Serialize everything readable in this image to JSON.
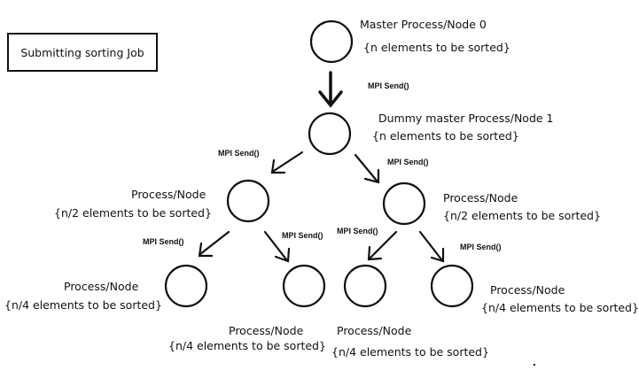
{
  "job_box": {
    "label": "Submitting sorting Job"
  },
  "nodes": {
    "master": {
      "line1": "Master Process/Node  0",
      "line2": "{n elements to be sorted}"
    },
    "dummy": {
      "line1": "Dummy master Process/Node 1",
      "line2": "{n elements to be sorted}"
    },
    "left_mid": {
      "line1": "Process/Node",
      "line2": "{n/2 elements to be sorted}"
    },
    "right_mid": {
      "line1": "Process/Node",
      "line2": "{n/2 elements to be sorted}"
    },
    "leaf_1": {
      "line1": "Process/Node",
      "line2": "{n/4 elements to be sorted}"
    },
    "leaf_2": {
      "line1": "Process/Node",
      "line2": "{n/4 elements to be sorted}"
    },
    "leaf_3": {
      "line1": "Process/Node",
      "line2": "{n/4 elements to be sorted}"
    },
    "leaf_4": {
      "line1": "Process/Node",
      "line2": "{n/4 elements to be sorted}"
    }
  },
  "edges": {
    "master_to_dummy": "MPI Send()",
    "dummy_to_left": "MPI Send()",
    "dummy_to_right": "MPI Send()",
    "left_to_leaf1": "MPI Send()",
    "left_to_leaf2": "MPI Send()",
    "right_to_leaf3": "MPI Send()",
    "right_to_leaf4": "MPI Send()"
  }
}
